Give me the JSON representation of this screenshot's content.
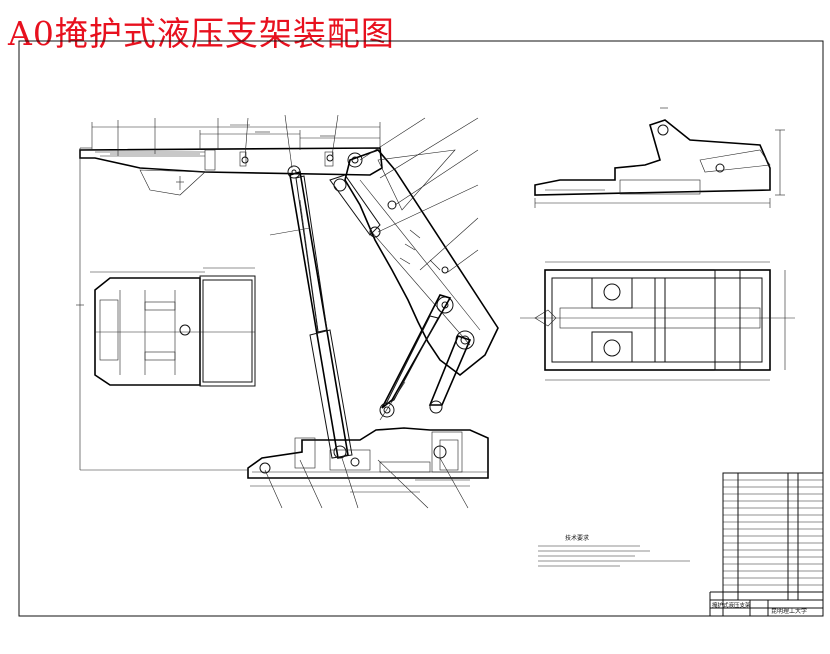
{
  "title": "A0掩护式液压支架装配图",
  "colors": {
    "title": "#e8101e",
    "line": "#111111",
    "background": "#ffffff"
  },
  "title_block": {
    "school": "昆明理工大学",
    "drawing_name": "掩护式液压支架"
  },
  "notes": {
    "heading": "技术要求"
  }
}
